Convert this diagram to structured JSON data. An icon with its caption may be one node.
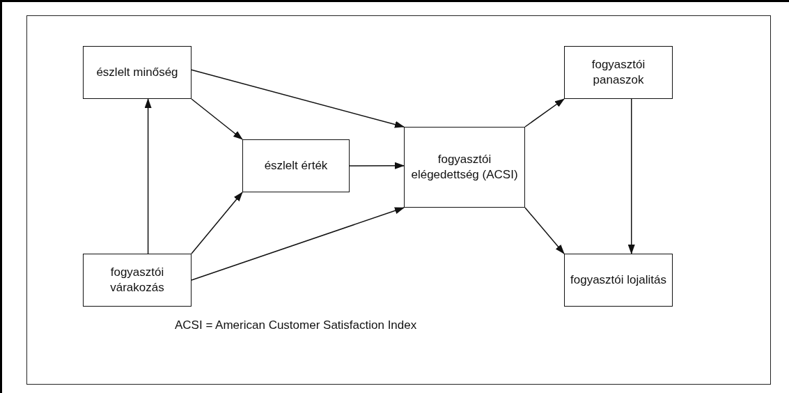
{
  "diagram": {
    "nodes": [
      {
        "text": [
          "észlelt minőség"
        ]
      },
      {
        "text": [
          "észlelt érték"
        ]
      },
      {
        "text": [
          "fogyasztói elégedettség (ACSI)"
        ]
      },
      {
        "text": [
          "fogyasztói panaszok"
        ]
      },
      {
        "text": [
          "fogyasztói várakozás"
        ]
      },
      {
        "text": [
          "fogyasztói lojalitás"
        ]
      }
    ],
    "edges": [
      {
        "from": 4,
        "to": 0,
        "arrow": "to"
      },
      {
        "from": 0,
        "to": 1,
        "arrow": "to"
      },
      {
        "from": 0,
        "to": 2,
        "arrow": "to"
      },
      {
        "from": 4,
        "to": 1,
        "arrow": "to"
      },
      {
        "from": 1,
        "to": 2,
        "arrow": "to"
      },
      {
        "from": 4,
        "to": 2,
        "arrow": "to"
      },
      {
        "from": 2,
        "to": 3,
        "arrow": "to"
      },
      {
        "from": 2,
        "to": 5,
        "arrow": "to"
      },
      {
        "from": 3,
        "to": 5,
        "arrow": "to"
      }
    ],
    "labels": [
      "ACSI = American Customer Satisfaction Index"
    ]
  }
}
